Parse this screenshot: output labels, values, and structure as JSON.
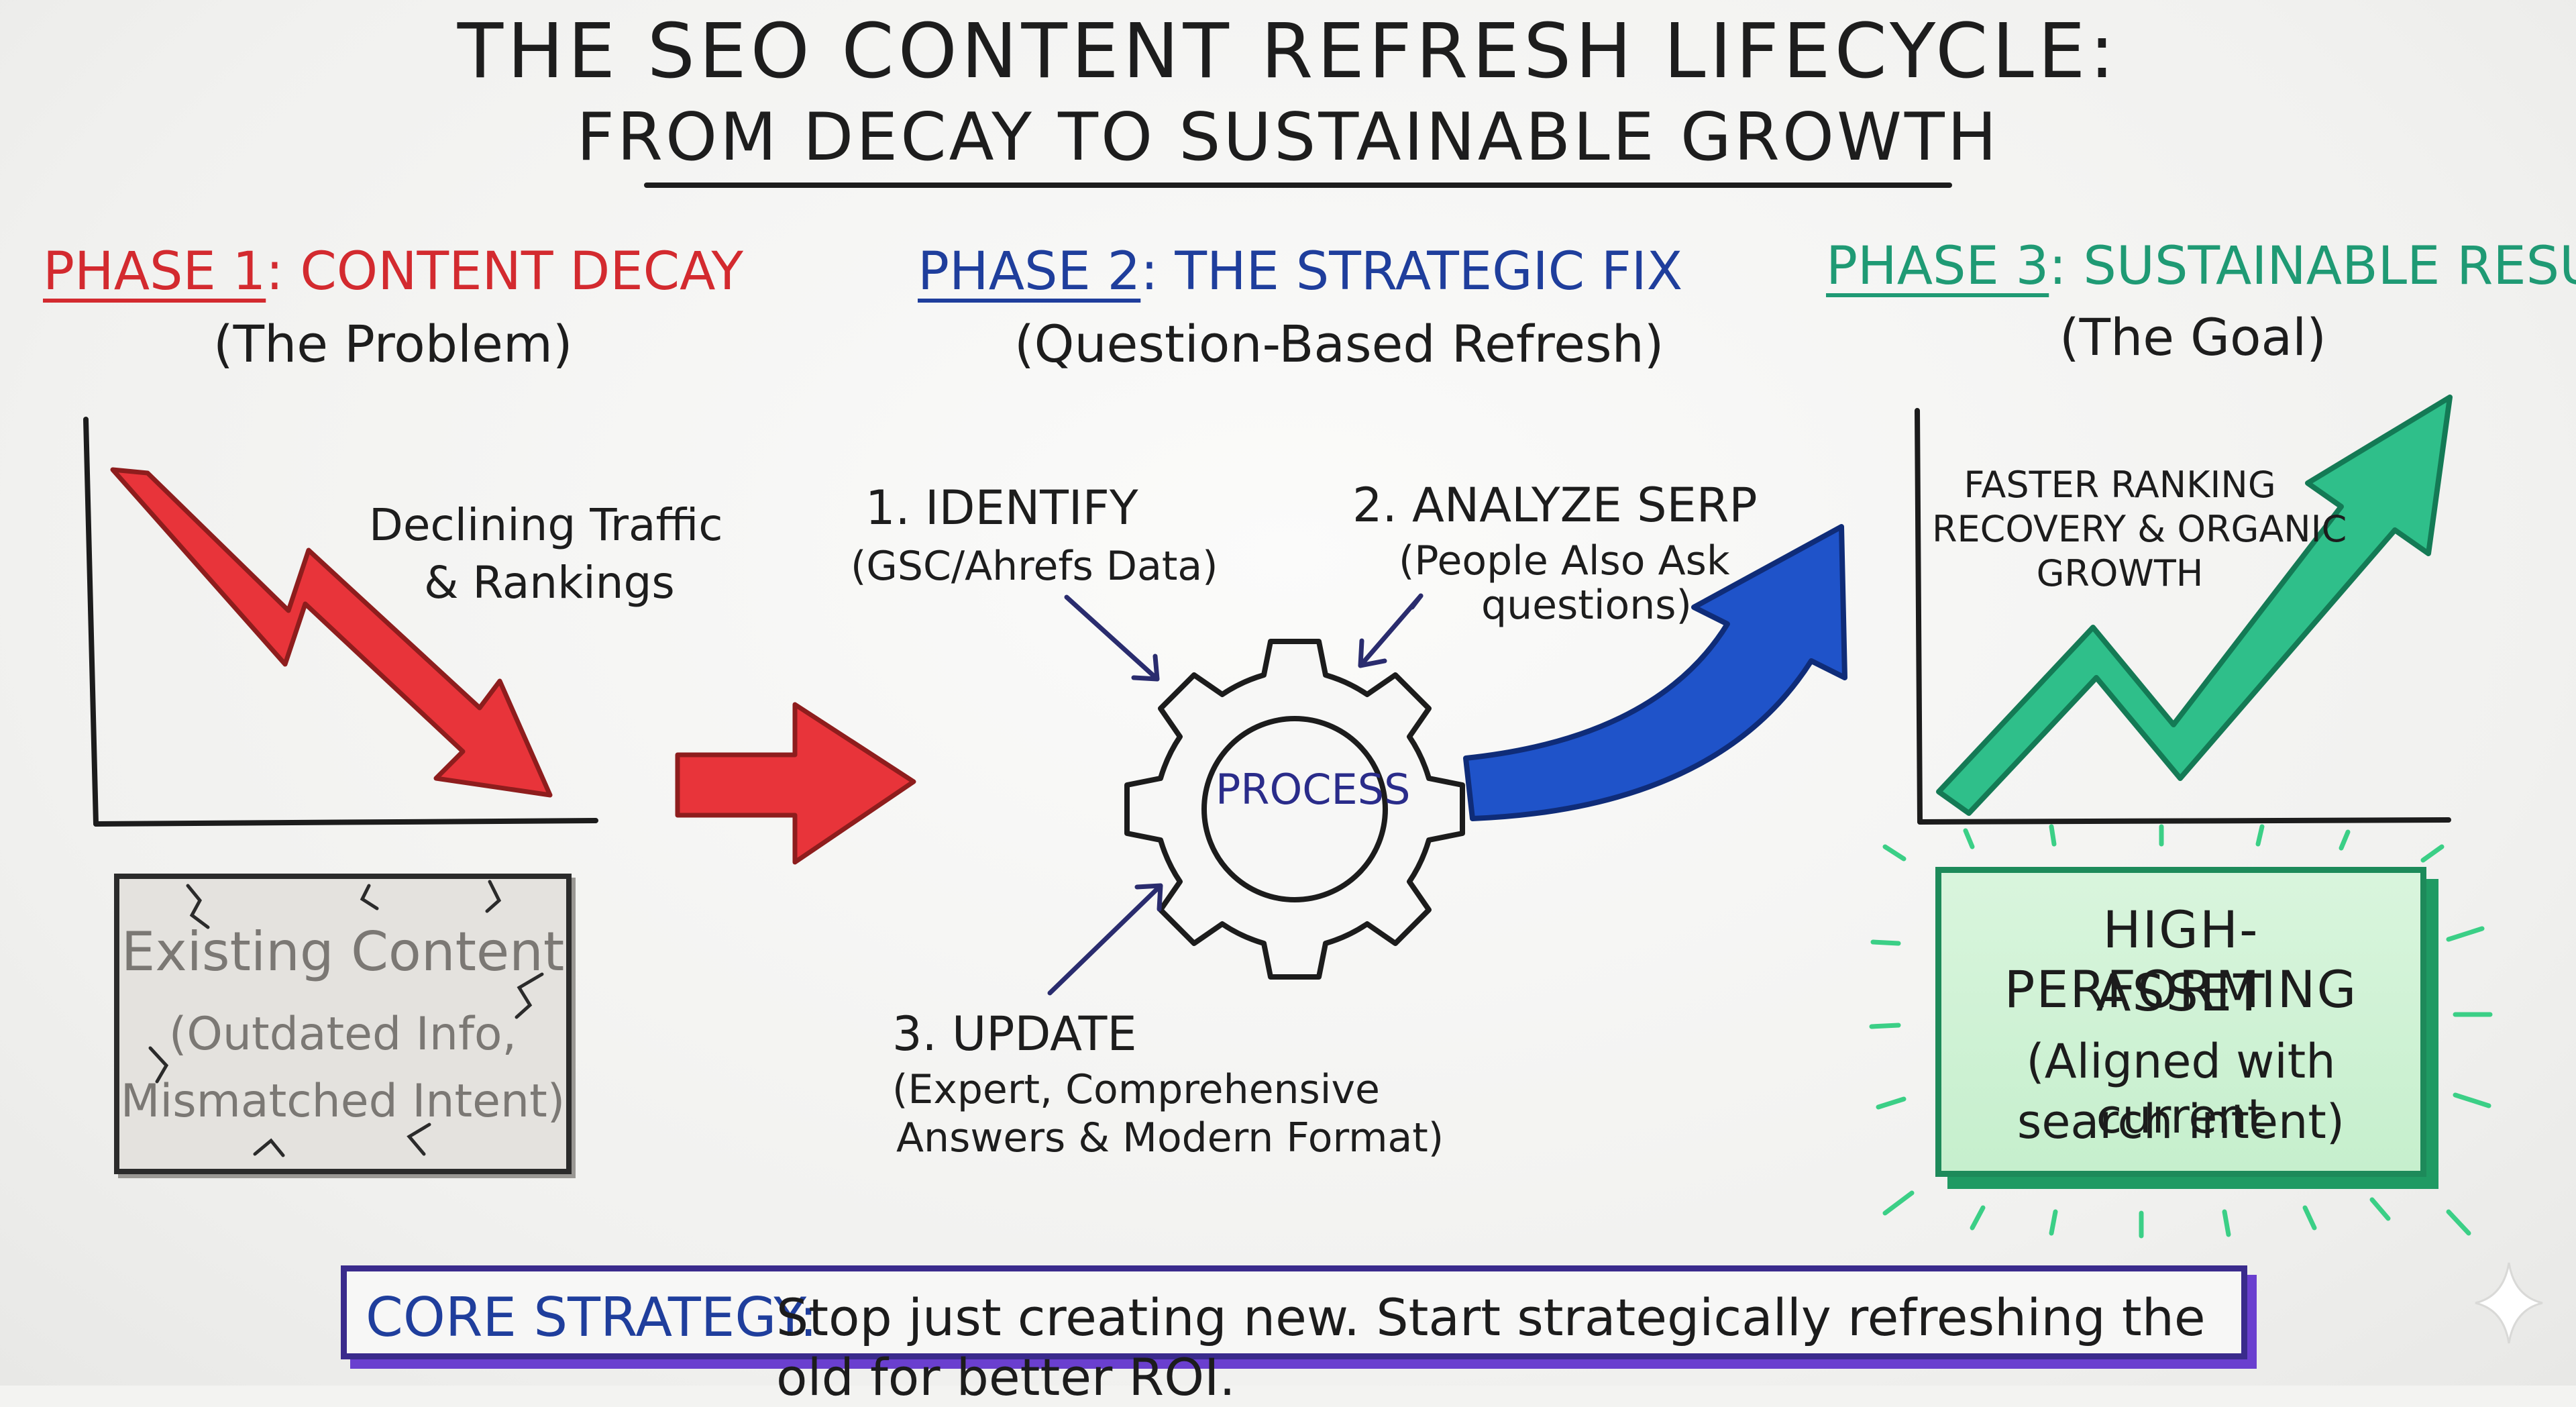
{
  "title": {
    "line1": "THE SEO CONTENT REFRESH LIFECYCLE:",
    "line2": "FROM DECAY TO SUSTAINABLE GROWTH"
  },
  "phase1": {
    "label": "PHASE 1",
    "heading": ": CONTENT DECAY",
    "subtitle": "(The Problem)",
    "chart_label_1": "Declining Traffic",
    "chart_label_2": "& Rankings",
    "box_title": "Existing Content",
    "box_line_1": "(Outdated Info,",
    "box_line_2": "Mismatched Intent)"
  },
  "phase2": {
    "label": "PHASE 2",
    "heading": ": THE STRATEGIC FIX",
    "subtitle": "(Question-Based Refresh)",
    "gear_label": "PROCESS",
    "step1_title": "1. IDENTIFY",
    "step1_detail": "(GSC/Ahrefs Data)",
    "step2_title": "2. ANALYZE SERP",
    "step2_detail_1": "(People Also Ask",
    "step2_detail_2": "questions)",
    "step3_title": "3. UPDATE",
    "step3_detail_1": "(Expert, Comprehensive",
    "step3_detail_2": "Answers & Modern Format)"
  },
  "phase3": {
    "label": "PHASE 3",
    "heading": ": SUSTAINABLE RESULTS",
    "subtitle": "(The Goal)",
    "chart_label_1": "FASTER RANKING",
    "chart_label_2": "RECOVERY & ORGANIC",
    "chart_label_3": "GROWTH",
    "box_title_1": "HIGH-PERFORMING",
    "box_title_2": "ASSET",
    "box_line_1": "(Aligned with current",
    "box_line_2": "search intent)"
  },
  "banner": {
    "label": "CORE STRATEGY:",
    "text": "Stop just creating new. Start strategically refreshing the old for better ROI."
  },
  "colors": {
    "phase1": "#d32a2f",
    "phase2": "#1f3e9c",
    "phase3": "#1f9a74",
    "banner_border": "#3a2b8c"
  }
}
